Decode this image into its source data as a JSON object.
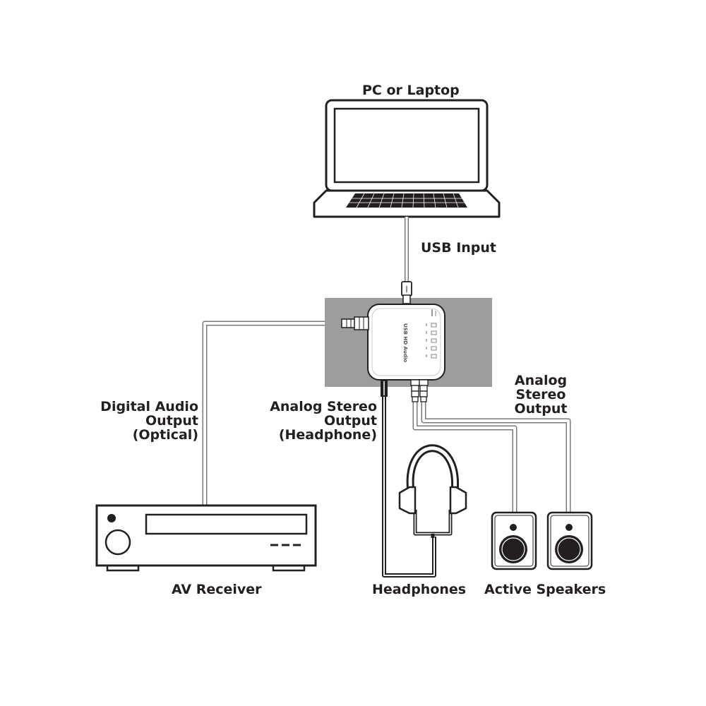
{
  "labels": {
    "pc": "PC or Laptop",
    "usb_input": "USB Input",
    "digital_output": [
      "Digital Audio",
      "Output",
      "(Optical)"
    ],
    "headphone_output": [
      "Analog Stereo",
      "Output",
      "(Headphone)"
    ],
    "analog_output": [
      "Analog",
      "Stereo",
      "Output"
    ],
    "av_receiver": "AV Receiver",
    "headphones": "Headphones",
    "active_speakers": "Active Speakers"
  },
  "device": {
    "name": "USB HD Audio"
  },
  "colors": {
    "ink": "#231f20",
    "device_backdrop": "#9d9d9d",
    "cable": "#b3b3b3",
    "black_cable": "#231f20"
  }
}
